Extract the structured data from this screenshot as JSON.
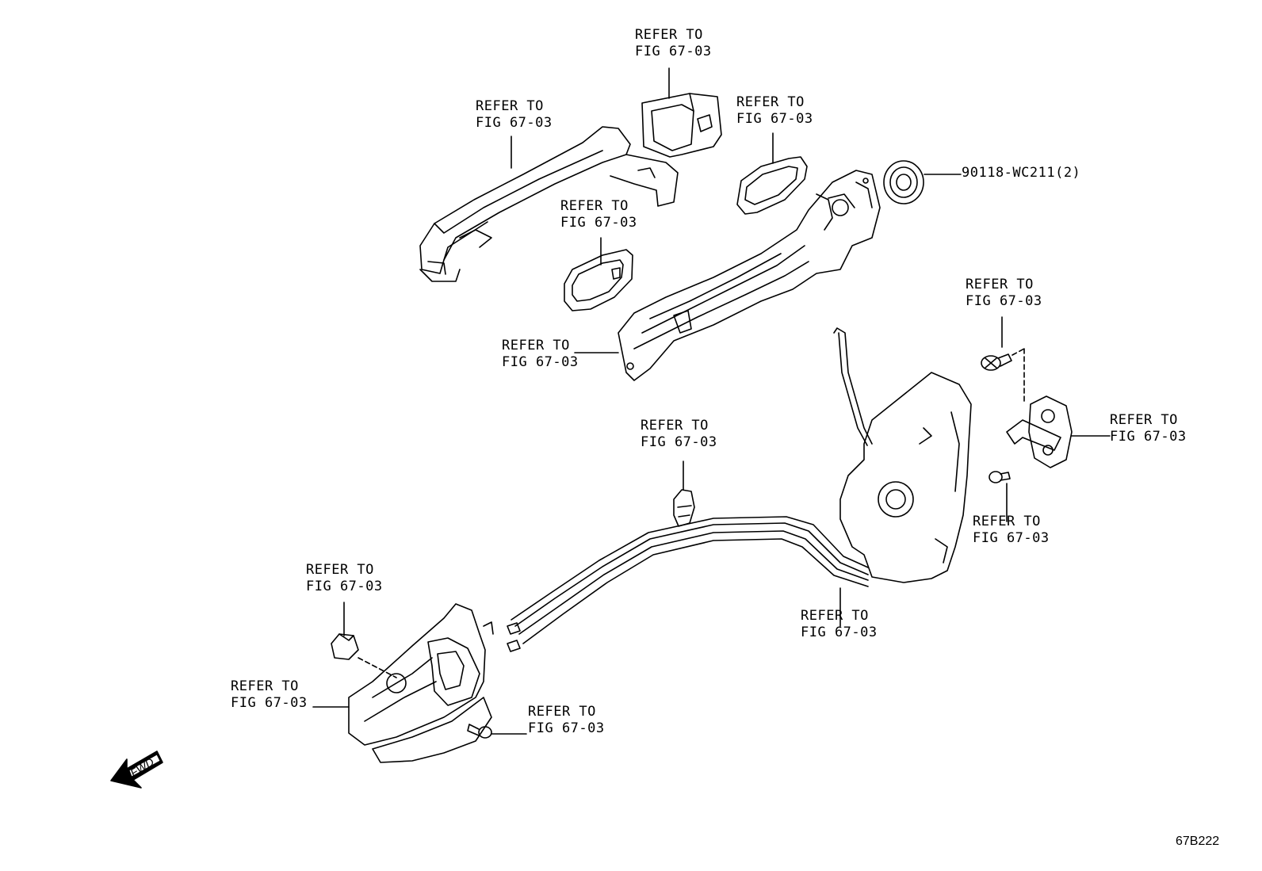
{
  "figure_id": "67B222",
  "refer_line1": "REFER TO",
  "refer_line2": "FIG 67-03",
  "part_number": "90118-WC211(2)",
  "fwd_label": "FWD",
  "callouts": [
    {
      "name": "refer-top-center",
      "line1": "REFER TO",
      "line2": "FIG 67-03"
    },
    {
      "name": "refer-handle-left",
      "line1": "REFER TO",
      "line2": "FIG 67-03"
    },
    {
      "name": "refer-gasket-right",
      "line1": "REFER TO",
      "line2": "FIG 67-03"
    },
    {
      "name": "refer-gasket-left",
      "line1": "REFER TO",
      "line2": "FIG 67-03"
    },
    {
      "name": "refer-frame",
      "line1": "REFER TO",
      "line2": "FIG 67-03"
    },
    {
      "name": "refer-striker-screw",
      "line1": "REFER TO",
      "line2": "FIG 67-03"
    },
    {
      "name": "refer-striker",
      "line1": "REFER TO",
      "line2": "FIG 67-03"
    },
    {
      "name": "refer-striker-bolt",
      "line1": "REFER TO",
      "line2": "FIG 67-03"
    },
    {
      "name": "refer-cable-clip",
      "line1": "REFER TO",
      "line2": "FIG 67-03"
    },
    {
      "name": "refer-lock-cable",
      "line1": "REFER TO",
      "line2": "FIG 67-03"
    },
    {
      "name": "refer-inner-clip",
      "line1": "REFER TO",
      "line2": "FIG 67-03"
    },
    {
      "name": "refer-inner-handle",
      "line1": "REFER TO",
      "line2": "FIG 67-03"
    },
    {
      "name": "refer-inner-screw",
      "line1": "REFER TO",
      "line2": "FIG 67-03"
    }
  ]
}
